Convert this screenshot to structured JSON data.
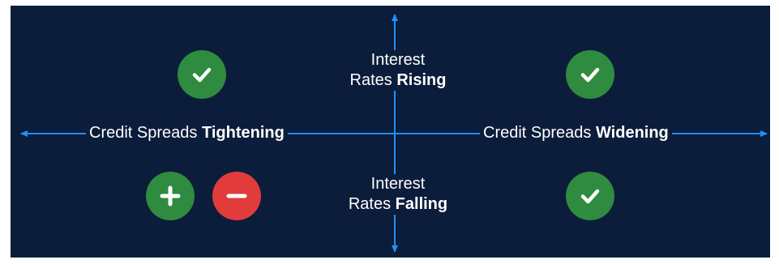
{
  "axes": {
    "top": {
      "prefix": "Interest",
      "line2_prefix": "Rates",
      "emphasis": "Rising"
    },
    "bottom": {
      "prefix": "Interest",
      "line2_prefix": "Rates",
      "emphasis": "Falling"
    },
    "left": {
      "prefix": "Credit Spreads",
      "emphasis": "Tightening"
    },
    "right": {
      "prefix": "Credit Spreads",
      "emphasis": "Widening"
    }
  },
  "quadrants": {
    "top_left": [
      "check-icon"
    ],
    "top_right": [
      "check-icon"
    ],
    "bottom_left": [
      "plus-icon",
      "minus-icon"
    ],
    "bottom_right": [
      "check-icon"
    ]
  },
  "colors": {
    "background": "#0b1d3a",
    "axis": "#1e90ff",
    "positive": "#2e8b3f",
    "negative": "#e23b3b",
    "text": "#ffffff"
  }
}
